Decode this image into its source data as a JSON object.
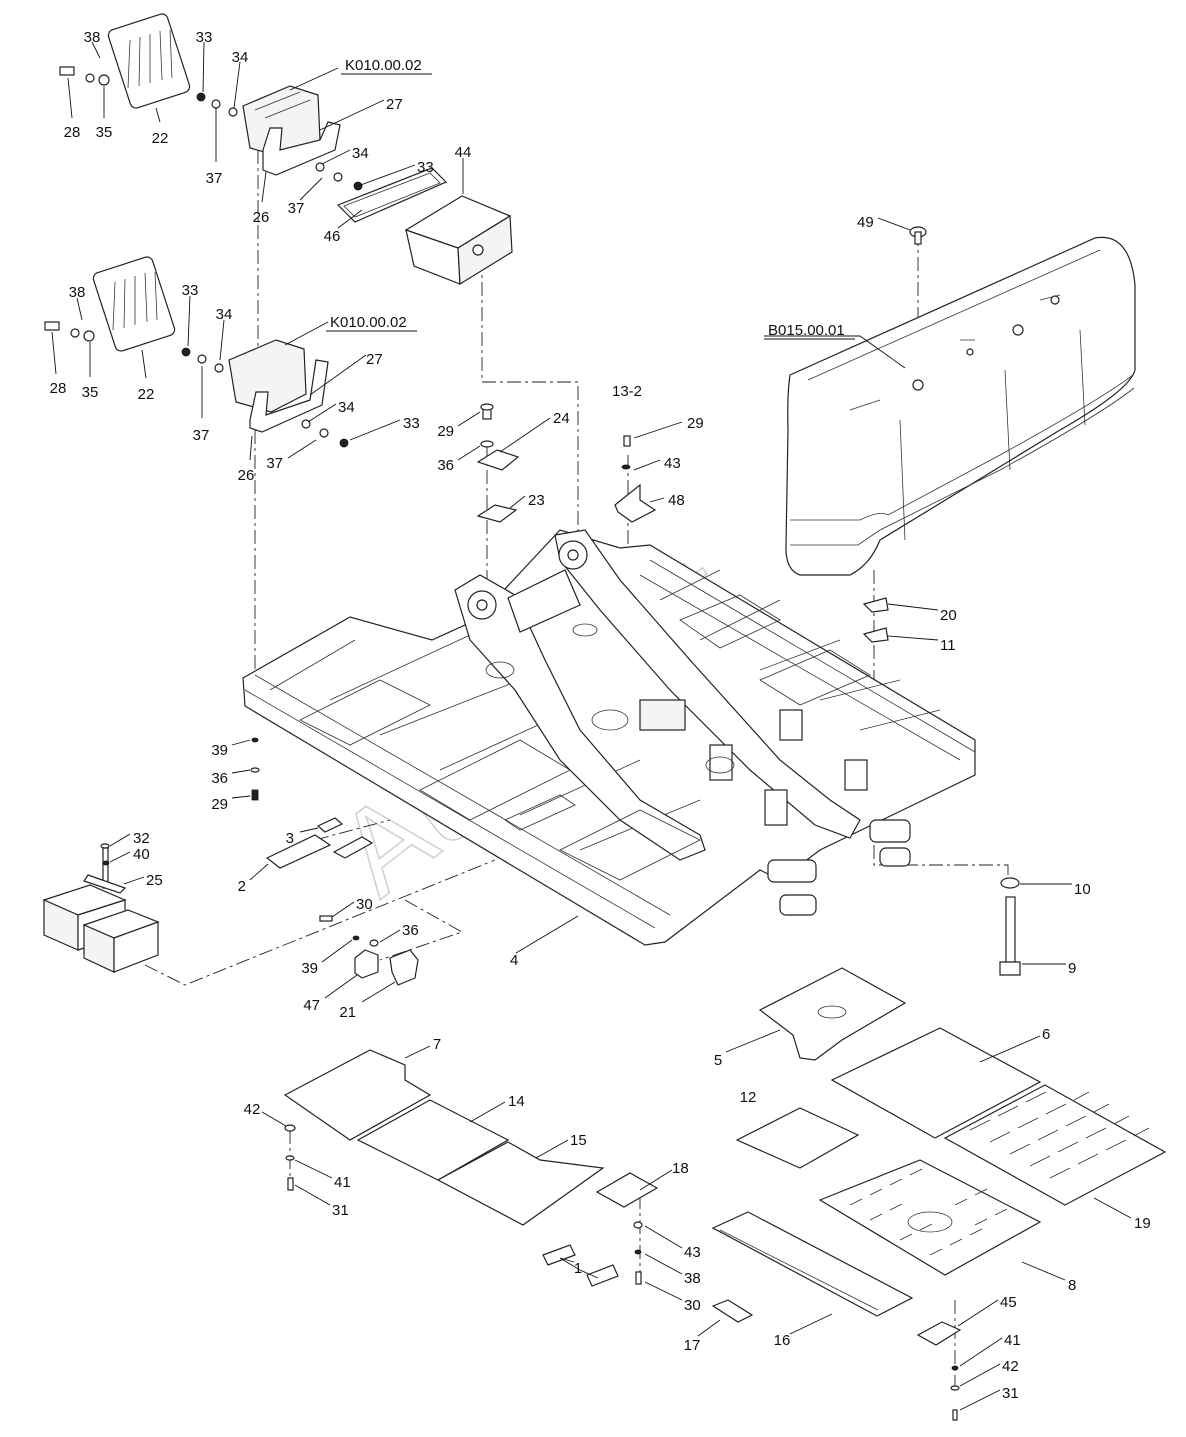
{
  "watermark": "AutoSoft",
  "callouts": [
    "38",
    "33",
    "34",
    "K010.00.02",
    "27",
    "28",
    "35",
    "22",
    "37",
    "34",
    "33",
    "44",
    "26",
    "37",
    "46",
    "49",
    "38",
    "33",
    "34",
    "K010.00.02",
    "B015.00.01",
    "27",
    "28",
    "35",
    "22",
    "37",
    "34",
    "33",
    "13-2",
    "29",
    "24",
    "29",
    "36",
    "43",
    "26",
    "37",
    "23",
    "48",
    "20",
    "11",
    "39",
    "36",
    "29",
    "3",
    "32",
    "40",
    "25",
    "2",
    "30",
    "36",
    "10",
    "4",
    "39",
    "9",
    "47",
    "21",
    "5",
    "6",
    "7",
    "12",
    "42",
    "14",
    "15",
    "41",
    "18",
    "31",
    "19",
    "43",
    "38",
    "8",
    "30",
    "45",
    "17",
    "16",
    "41",
    "42",
    "31",
    "1"
  ]
}
